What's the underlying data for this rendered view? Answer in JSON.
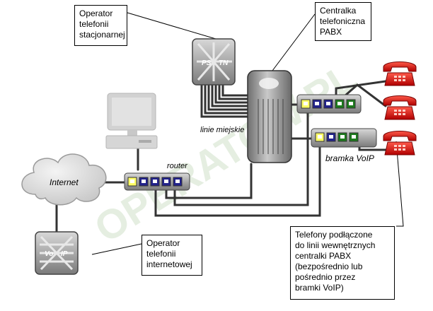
{
  "labels": {
    "operator_stacjonarny": [
      "Operator",
      "telefonii",
      "stacjonarnej"
    ],
    "centralka": [
      "Centralka",
      "telefoniczna",
      "PABX"
    ],
    "operator_internetowy": [
      "Operator",
      "telefonii",
      "internetowej"
    ],
    "telefony": [
      "Telefony podłączone",
      "do linii wewnętrznych",
      "centralki PABX",
      "(bezpośrednio lub",
      "pośrednio przez",
      "bramki VoIP)"
    ],
    "linie_miejskie": "linie miejskie",
    "router": "router",
    "bramka_voip": "bramka VoIP",
    "internet": "Internet",
    "pstn_left": "PS",
    "pstn_right": "TN",
    "voip_left": "Vo",
    "voip_right": "IP",
    "watermark": "OPERATOW.PL"
  },
  "colors": {
    "cable": "#333333",
    "phone_red": "#e01010",
    "port_yellow": "#ffff66",
    "port_blue": "#22228a",
    "port_green": "#1c7a1c",
    "device_gray": "#8c8c8c",
    "watermark": "#cfe0c8"
  },
  "icons": [
    "pstn-switch-icon",
    "pabx-server-icon",
    "computer-icon",
    "cloud-icon",
    "router-icon",
    "voip-gateway-icon",
    "voip-operator-switch-icon",
    "phone-icon"
  ]
}
